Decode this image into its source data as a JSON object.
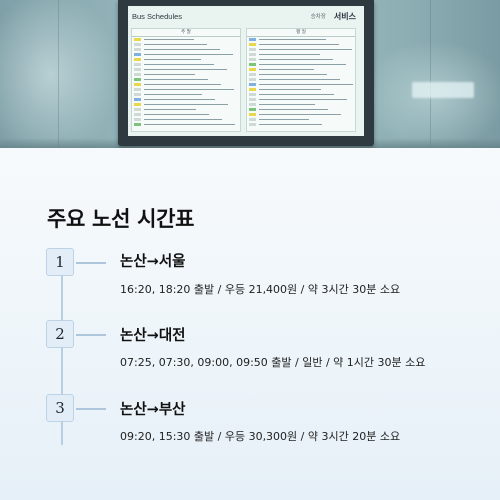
{
  "board": {
    "title": "Bus Schedules",
    "tag": "승차장",
    "brand": "서비스",
    "left_header": "주 말",
    "right_header": "평 일"
  },
  "main": {
    "title": "주요 노선 시간표",
    "routes": [
      {
        "num": "1",
        "name": "논산→서울",
        "detail": "16:20, 18:20 출발 / 우등 21,400원 / 약 3시간 30분 소요"
      },
      {
        "num": "2",
        "name": "논산→대전",
        "detail": "07:25, 07:30, 09:00, 09:50 출발 / 일반 / 약 1시간 30분 소요"
      },
      {
        "num": "3",
        "name": "논산→부산",
        "detail": "09:20, 15:30 출발 / 우등 30,300원 / 약 3시간 20분 소요"
      }
    ]
  },
  "colors": {
    "accent_line": "#b8cfe3",
    "number_box": "#e3edf7",
    "text": "#111111",
    "board_mark_yellow": "#e8d84a",
    "board_mark_green": "#7cc47a",
    "board_mark_blue": "#7fb0e0"
  }
}
